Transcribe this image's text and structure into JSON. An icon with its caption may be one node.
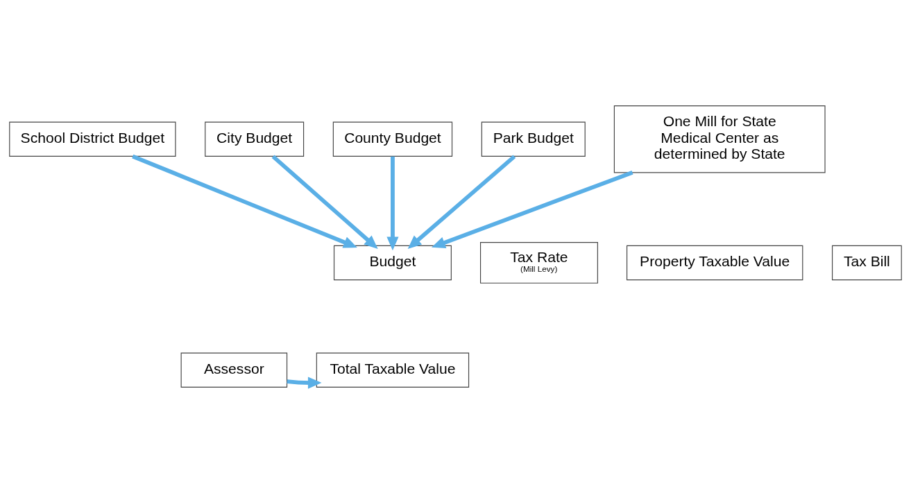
{
  "diagram": {
    "nodes": [
      {
        "text": [
          "School District Budget"
        ]
      },
      {
        "text": [
          "City Budget"
        ]
      },
      {
        "text": [
          "County Budget"
        ]
      },
      {
        "text": [
          "Park Budget"
        ]
      },
      {
        "text": [
          "One Mill for State Medical Center as determined by State"
        ]
      },
      {
        "text": [
          "Budget"
        ]
      },
      {
        "text": [
          "Total Taxable Value"
        ]
      },
      {
        "text": [
          "Tax Rate",
          "(Mill Levy)"
        ]
      },
      {
        "text": [
          "Property Taxable Value"
        ]
      },
      {
        "text": [
          "Tax Bill"
        ]
      },
      {
        "text": [
          "Assessor"
        ]
      }
    ],
    "edges": [
      {
        "from": 0,
        "to": 5,
        "arrow": "to"
      },
      {
        "from": 1,
        "to": 5,
        "arrow": "to"
      },
      {
        "from": 2,
        "to": 5,
        "arrow": "to"
      },
      {
        "from": 3,
        "to": 5,
        "arrow": "to"
      },
      {
        "from": 4,
        "to": 5,
        "arrow": "to"
      },
      {
        "from": 10,
        "to": 6,
        "arrow": "to"
      }
    ]
  }
}
